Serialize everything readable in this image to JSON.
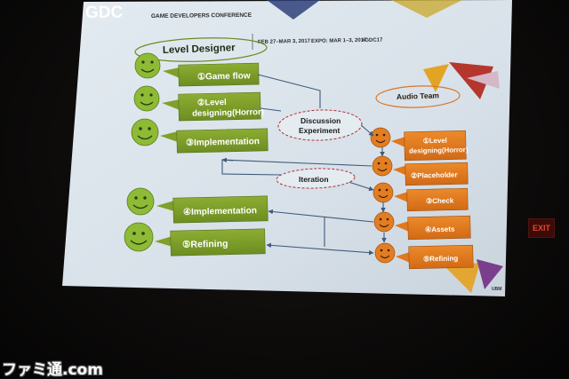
{
  "header": {
    "logo": "GDC",
    "conference": "GAME DEVELOPERS CONFERENCE",
    "dates": "FEB 27–MAR 3, 2017",
    "expo": "EXPO: MAR 1–3, 2017",
    "hashtag": "#GDC17"
  },
  "level_designer": {
    "title": "Level Designer",
    "steps": [
      "①Game flow",
      "②Level designing(Horror)",
      "③Implementation",
      "④Implementation",
      "⑤Refining"
    ]
  },
  "audio_team": {
    "title": "Audio Team",
    "steps": [
      "①Level designing(Horror)",
      "②Placeholder",
      "③Check",
      "④Assets",
      "⑤Refining"
    ]
  },
  "bubbles": {
    "discussion": "Discussion Experiment",
    "iteration": "Iteration"
  },
  "footer_logo": "UBM",
  "exit_sign": "EXIT",
  "watermark": "ファミ通.com",
  "colors": {
    "slide_bg": "#dbe4ec",
    "green_box": "#7fa02a",
    "orange_box": "#e0781e",
    "smiley_green": "#8dbb35",
    "smiley_orange": "#e27d22",
    "arrow_blue": "#3f5a7a",
    "oval_red": "#b03030"
  }
}
